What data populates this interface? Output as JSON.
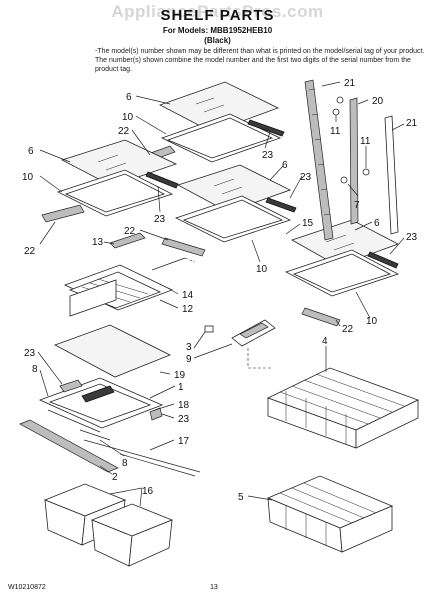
{
  "header": {
    "watermark": "AppliancePartsPros.com",
    "title": "SHELF PARTS",
    "models": "For Models: MBB1952HEB10",
    "variant": "(Black)",
    "note": "-The model(s) number shown may be different than what is printed on the model/serial tag of your product. The number(s) shown combine the model number and the first two digits of the serial number from the product tag."
  },
  "footer": {
    "doc_number": "W10210872",
    "page": "13"
  },
  "callouts": {
    "c6a": "6",
    "c10a": "10",
    "c22a": "22",
    "c23a": "23",
    "c21a": "21",
    "c20": "20",
    "c11a": "11",
    "c11b": "11",
    "c21b": "21",
    "c7": "7",
    "c6b": "6",
    "c10b": "10",
    "c23b": "23",
    "c22b": "22",
    "c6c": "6",
    "c23c": "23",
    "c13": "13",
    "c22c": "22",
    "c15": "15",
    "c10c": "10",
    "c6d": "6",
    "c23d": "23",
    "c22d": "22",
    "c10d": "10",
    "c14": "14",
    "c12": "12",
    "c3": "3",
    "c9": "9",
    "c4": "4",
    "c23e": "23",
    "c19": "19",
    "c8a": "8",
    "c1": "1",
    "c18": "18",
    "c23f": "23",
    "c17": "17",
    "c8b": "8",
    "c2": "2",
    "c16": "16",
    "c5": "5"
  }
}
